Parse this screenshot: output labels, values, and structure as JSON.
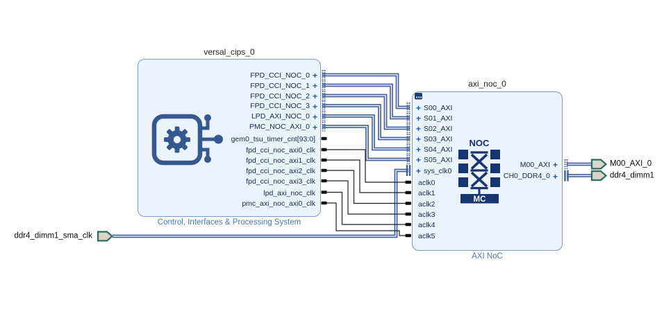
{
  "icons": {
    "plus": "+"
  },
  "colors": {
    "canvas_bg": "#ffffff",
    "block_fill": "#eaf2fb",
    "block_border": "#7e9ac6",
    "interface_wire": "#41619c",
    "scalar_wire": "#1f1f1f",
    "port_text": "#16294e",
    "plus_sign": "#2456a4",
    "subtitle_blue": "#4f77b3",
    "logo_navy": "#16366f",
    "cips_logo_blue": "#35588f",
    "external_port_fill": "#d8d4c6",
    "external_port_border": "#2e6b66"
  },
  "blocks": {
    "versal_cips": {
      "title": "versal_cips_0",
      "subtitle": "Control, Interfaces & Processing System",
      "logo_name": "chip-gear-icon",
      "ports": [
        {
          "label": "FPD_CCI_NOC_0",
          "kind": "interface"
        },
        {
          "label": "FPD_CCI_NOC_1",
          "kind": "interface"
        },
        {
          "label": "FPD_CCI_NOC_2",
          "kind": "interface"
        },
        {
          "label": "FPD_CCI_NOC_3",
          "kind": "interface"
        },
        {
          "label": "LPD_AXI_NOC_0",
          "kind": "interface"
        },
        {
          "label": "PMC_NOC_AXI_0",
          "kind": "interface"
        },
        {
          "label": "gem0_tsu_timer_cnt[93:0]",
          "kind": "output"
        },
        {
          "label": "fpd_cci_noc_axi0_clk",
          "kind": "clock"
        },
        {
          "label": "fpd_cci_noc_axi1_clk",
          "kind": "clock"
        },
        {
          "label": "fpd_cci_noc_axi2_clk",
          "kind": "clock"
        },
        {
          "label": "fpd_cci_noc_axi3_clk",
          "kind": "clock"
        },
        {
          "label": "lpd_axi_noc_clk",
          "kind": "clock"
        },
        {
          "label": "pmc_axi_noc_axi0_clk",
          "kind": "clock"
        }
      ]
    },
    "axi_noc": {
      "title": "axi_noc_0",
      "subtitle": "AXI NoC",
      "logo": {
        "name": "noc-crossbar-logo",
        "top_text": "NOC",
        "bottom_text": "MC"
      },
      "ports_left": [
        {
          "label": "S00_AXI",
          "kind": "interface"
        },
        {
          "label": "S01_AXI",
          "kind": "interface"
        },
        {
          "label": "S02_AXI",
          "kind": "interface"
        },
        {
          "label": "S03_AXI",
          "kind": "interface"
        },
        {
          "label": "S04_AXI",
          "kind": "interface"
        },
        {
          "label": "S05_AXI",
          "kind": "interface"
        },
        {
          "label": "sys_clk0",
          "kind": "clock-interface"
        },
        {
          "label": "aclk0",
          "kind": "clock"
        },
        {
          "label": "aclk1",
          "kind": "clock"
        },
        {
          "label": "aclk2",
          "kind": "clock"
        },
        {
          "label": "aclk3",
          "kind": "clock"
        },
        {
          "label": "aclk4",
          "kind": "clock"
        },
        {
          "label": "aclk5",
          "kind": "clock"
        }
      ],
      "ports_right": [
        {
          "label": "M00_AXI",
          "kind": "interface"
        },
        {
          "label": "CH0_DDR4_0",
          "kind": "ddr-interface"
        }
      ]
    }
  },
  "external_ports": [
    {
      "label": "ddr4_dimm1_sma_clk",
      "side": "left"
    },
    {
      "label": "M00_AXI_0",
      "side": "right"
    },
    {
      "label": "ddr4_dimm1",
      "side": "right"
    }
  ],
  "connections": [
    {
      "from": "versal_cips_0/FPD_CCI_NOC_0",
      "to": "axi_noc_0/S00_AXI"
    },
    {
      "from": "versal_cips_0/FPD_CCI_NOC_1",
      "to": "axi_noc_0/S01_AXI"
    },
    {
      "from": "versal_cips_0/FPD_CCI_NOC_2",
      "to": "axi_noc_0/S02_AXI"
    },
    {
      "from": "versal_cips_0/FPD_CCI_NOC_3",
      "to": "axi_noc_0/S03_AXI"
    },
    {
      "from": "versal_cips_0/LPD_AXI_NOC_0",
      "to": "axi_noc_0/S04_AXI"
    },
    {
      "from": "versal_cips_0/PMC_NOC_AXI_0",
      "to": "axi_noc_0/S05_AXI"
    },
    {
      "from": "versal_cips_0/fpd_cci_noc_axi0_clk",
      "to": "axi_noc_0/aclk0"
    },
    {
      "from": "versal_cips_0/fpd_cci_noc_axi1_clk",
      "to": "axi_noc_0/aclk1"
    },
    {
      "from": "versal_cips_0/fpd_cci_noc_axi2_clk",
      "to": "axi_noc_0/aclk2"
    },
    {
      "from": "versal_cips_0/fpd_cci_noc_axi3_clk",
      "to": "axi_noc_0/aclk3"
    },
    {
      "from": "versal_cips_0/lpd_axi_noc_clk",
      "to": "axi_noc_0/aclk4"
    },
    {
      "from": "versal_cips_0/pmc_axi_noc_axi0_clk",
      "to": "axi_noc_0/aclk5"
    },
    {
      "from": "ddr4_dimm1_sma_clk",
      "to": "axi_noc_0/sys_clk0"
    },
    {
      "from": "axi_noc_0/M00_AXI",
      "to": "M00_AXI_0"
    },
    {
      "from": "axi_noc_0/CH0_DDR4_0",
      "to": "ddr4_dimm1"
    }
  ]
}
